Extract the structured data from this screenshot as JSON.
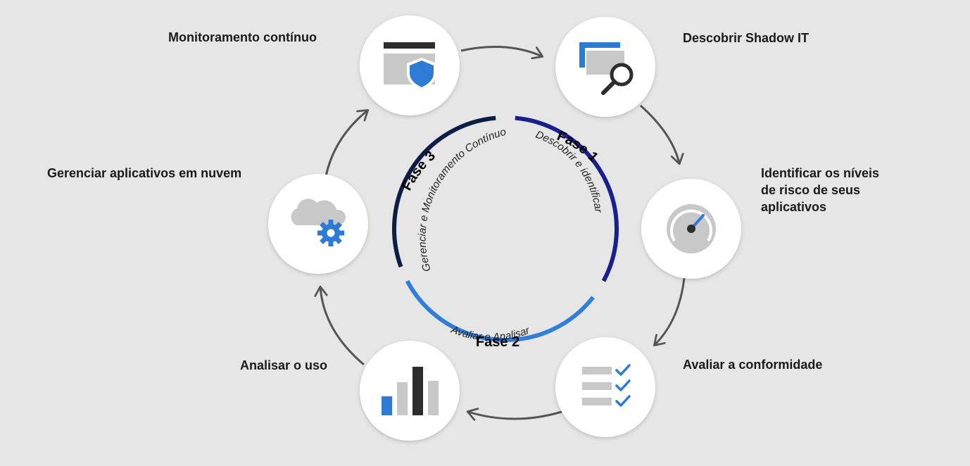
{
  "steps": [
    {
      "label": "Descobrir Shadow IT",
      "icon": "discover-search-icon"
    },
    {
      "label": "Identificar os níveis de risco de seus aplicativos",
      "lines": [
        "Identificar os níveis",
        "de risco de seus",
        "aplicativos"
      ],
      "icon": "risk-gauge-icon"
    },
    {
      "label": "Avaliar a conformidade",
      "icon": "checklist-icon"
    },
    {
      "label": "Analisar o uso",
      "icon": "bar-chart-icon"
    },
    {
      "label": "Gerenciar aplicativos em nuvem",
      "icon": "cloud-gear-icon"
    },
    {
      "label": "Monitoramento contínuo",
      "icon": "window-shield-icon"
    }
  ],
  "phases": [
    {
      "title": "Fase 1",
      "subtitle": "Descobrir e identificar",
      "color": "#1a1f8c"
    },
    {
      "title": "Fase 2",
      "subtitle": "Avaliar e Analisar",
      "color": "#2f7fd9"
    },
    {
      "title": "Fase 3",
      "subtitle": "Gerenciar e Monitoramento Contínuo",
      "color": "#0c1e45"
    }
  ],
  "colors": {
    "background": "#e6e6e6",
    "circle": "#ffffff",
    "arrow": "#555555",
    "icon_gray": "#c8c8c8",
    "icon_dark": "#2d2d2d",
    "icon_blue": "#2e7bd6"
  }
}
